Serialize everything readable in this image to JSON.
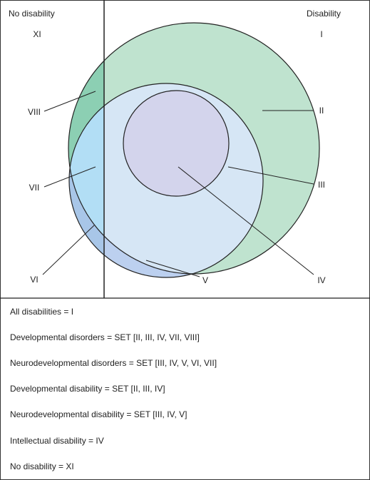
{
  "header": {
    "left_label": "No disability",
    "right_label": "Disability"
  },
  "regions": {
    "I": "I",
    "II": "II",
    "III": "III",
    "IV": "IV",
    "V": "V",
    "VI": "VI",
    "VII": "VII",
    "VIII": "VIII",
    "XI": "XI"
  },
  "legend": [
    "All disabilities = I",
    "Developmental disorders = SET [II, III, IV, VII, VIII]",
    "Neurodevelopmental disorders = SET [III, IV, V, VI, VII]",
    "Developmental disability = SET [II, III, IV]",
    "Neurodevelopmental disability = SET [III, IV, V]",
    "Intellectual disability = IV",
    "No disability = XI"
  ],
  "colors": {
    "green": "#bfe3cf",
    "green_dark": "#8ccfb3",
    "blue_light": "#d6e6f5",
    "blue_cyan": "#b2def5",
    "blue_mid": "#a8c6e8",
    "blue_periwinkle": "#bcd0ef",
    "lavender": "#d3d4ec",
    "stroke": "#222222"
  }
}
